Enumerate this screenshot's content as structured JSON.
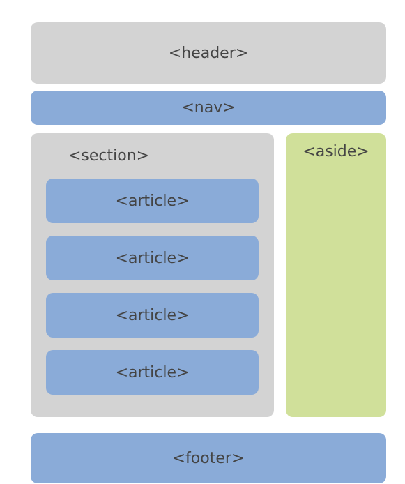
{
  "header": {
    "label": "<header>"
  },
  "nav": {
    "label": "<nav>"
  },
  "section": {
    "label": "<section>",
    "articles": [
      {
        "label": "<article>"
      },
      {
        "label": "<article>"
      },
      {
        "label": "<article>"
      },
      {
        "label": "<article>"
      }
    ]
  },
  "aside": {
    "label": "<aside>"
  },
  "footer": {
    "label": "<footer>"
  },
  "colors": {
    "gray": "#d3d3d3",
    "blue": "#8aabd8",
    "green": "#d0e09a",
    "text": "#444444"
  }
}
